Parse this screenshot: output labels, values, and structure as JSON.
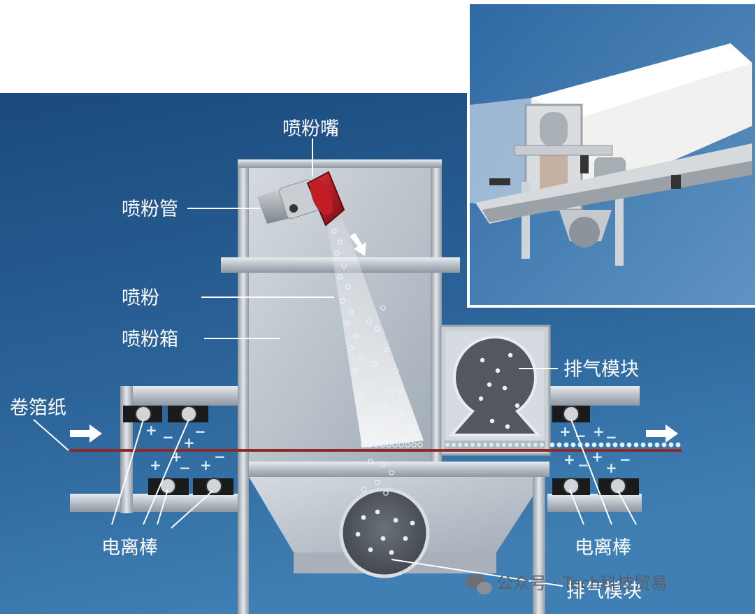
{
  "labels": {
    "nozzle": "喷粉嘴",
    "pipe": "喷粉管",
    "powder": "喷粉",
    "box": "喷粉箱",
    "foil": "卷箔纸",
    "exhaust_top": "排气模块",
    "ion_left": "电离棒",
    "ion_right": "电离棒",
    "exhaust_bottom": "排气模块"
  },
  "watermark": {
    "text": "公众号 · Tech科技贸易"
  },
  "colors": {
    "background_top": "#1c4f82",
    "background_bottom": "#3f7fb3",
    "box": "#b9c2ca",
    "frame": "#c8cdd2",
    "nozzle": "#b3141c",
    "foil": "#8c2a2a",
    "bar_block": "#1a1a1a"
  },
  "icons": {
    "watermark": "wechat-icon",
    "direction": "arrow-right-icon"
  },
  "charges": {
    "plus": "+",
    "minus": "−"
  }
}
